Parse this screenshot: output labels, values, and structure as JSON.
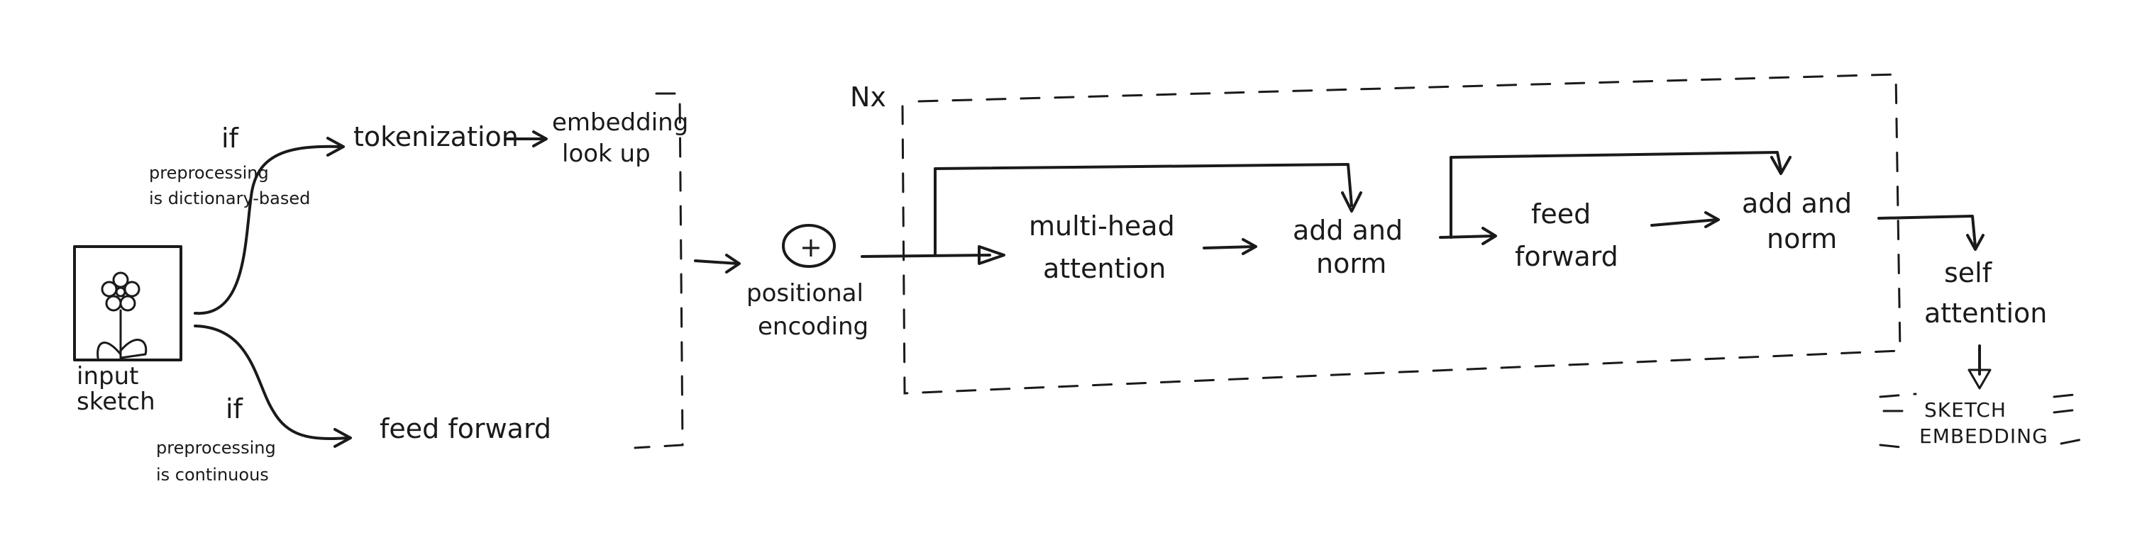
{
  "labels": {
    "tokenization": "tokenization",
    "embedding_line1": "embedding",
    "embedding_line2": "look up",
    "feed_forward_input": "feed forward",
    "if_top": "if",
    "cond_top_line1": "preprocessing",
    "cond_top_line2": "is dictionary-based",
    "if_bottom": "if",
    "cond_bottom_line1": "preprocessing",
    "cond_bottom_line2": "is continuous",
    "input_line1": "input",
    "input_line2": "sketch",
    "plus_symbol": "+",
    "positional_line1": "positional",
    "positional_line2": "encoding",
    "nx": "Nx",
    "mha_line1": "multi-head",
    "mha_line2": "attention",
    "addnorm1_line1": "add and",
    "addnorm1_line2": "norm",
    "ff_line1": "feed",
    "ff_line2": "forward",
    "addnorm2_line1": "add and",
    "addnorm2_line2": "norm",
    "self_line1": "self",
    "self_line2": "attention",
    "sketch_emb_line1": "SKETCH",
    "sketch_emb_line2": "EMBEDDING"
  },
  "icons": {
    "flower": "flower-icon",
    "plus_circle": "plus-circle-icon"
  }
}
